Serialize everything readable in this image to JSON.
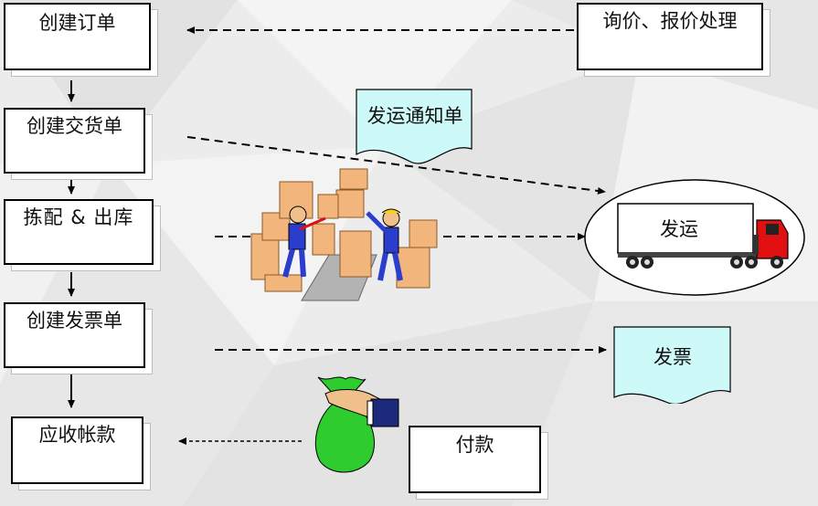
{
  "steps": {
    "create_order": "创建订单",
    "create_delivery": "创建交货单",
    "picking_outbound": "拣配 & 出库",
    "create_invoice": "创建发票单",
    "accounts_receivable": "应收帐款"
  },
  "external": {
    "inquiry_quote": "询价、报价处理",
    "shipping_notice": "发运通知单",
    "shipping": "发运",
    "invoice_doc": "发票",
    "payment": "付款"
  },
  "colors": {
    "doc_fill": "#cdfaf8",
    "box_fill": "#ffffff",
    "money_bag": "#2ecc2e",
    "truck_cab": "#e01010",
    "cargo_box": "#f2b57c"
  }
}
